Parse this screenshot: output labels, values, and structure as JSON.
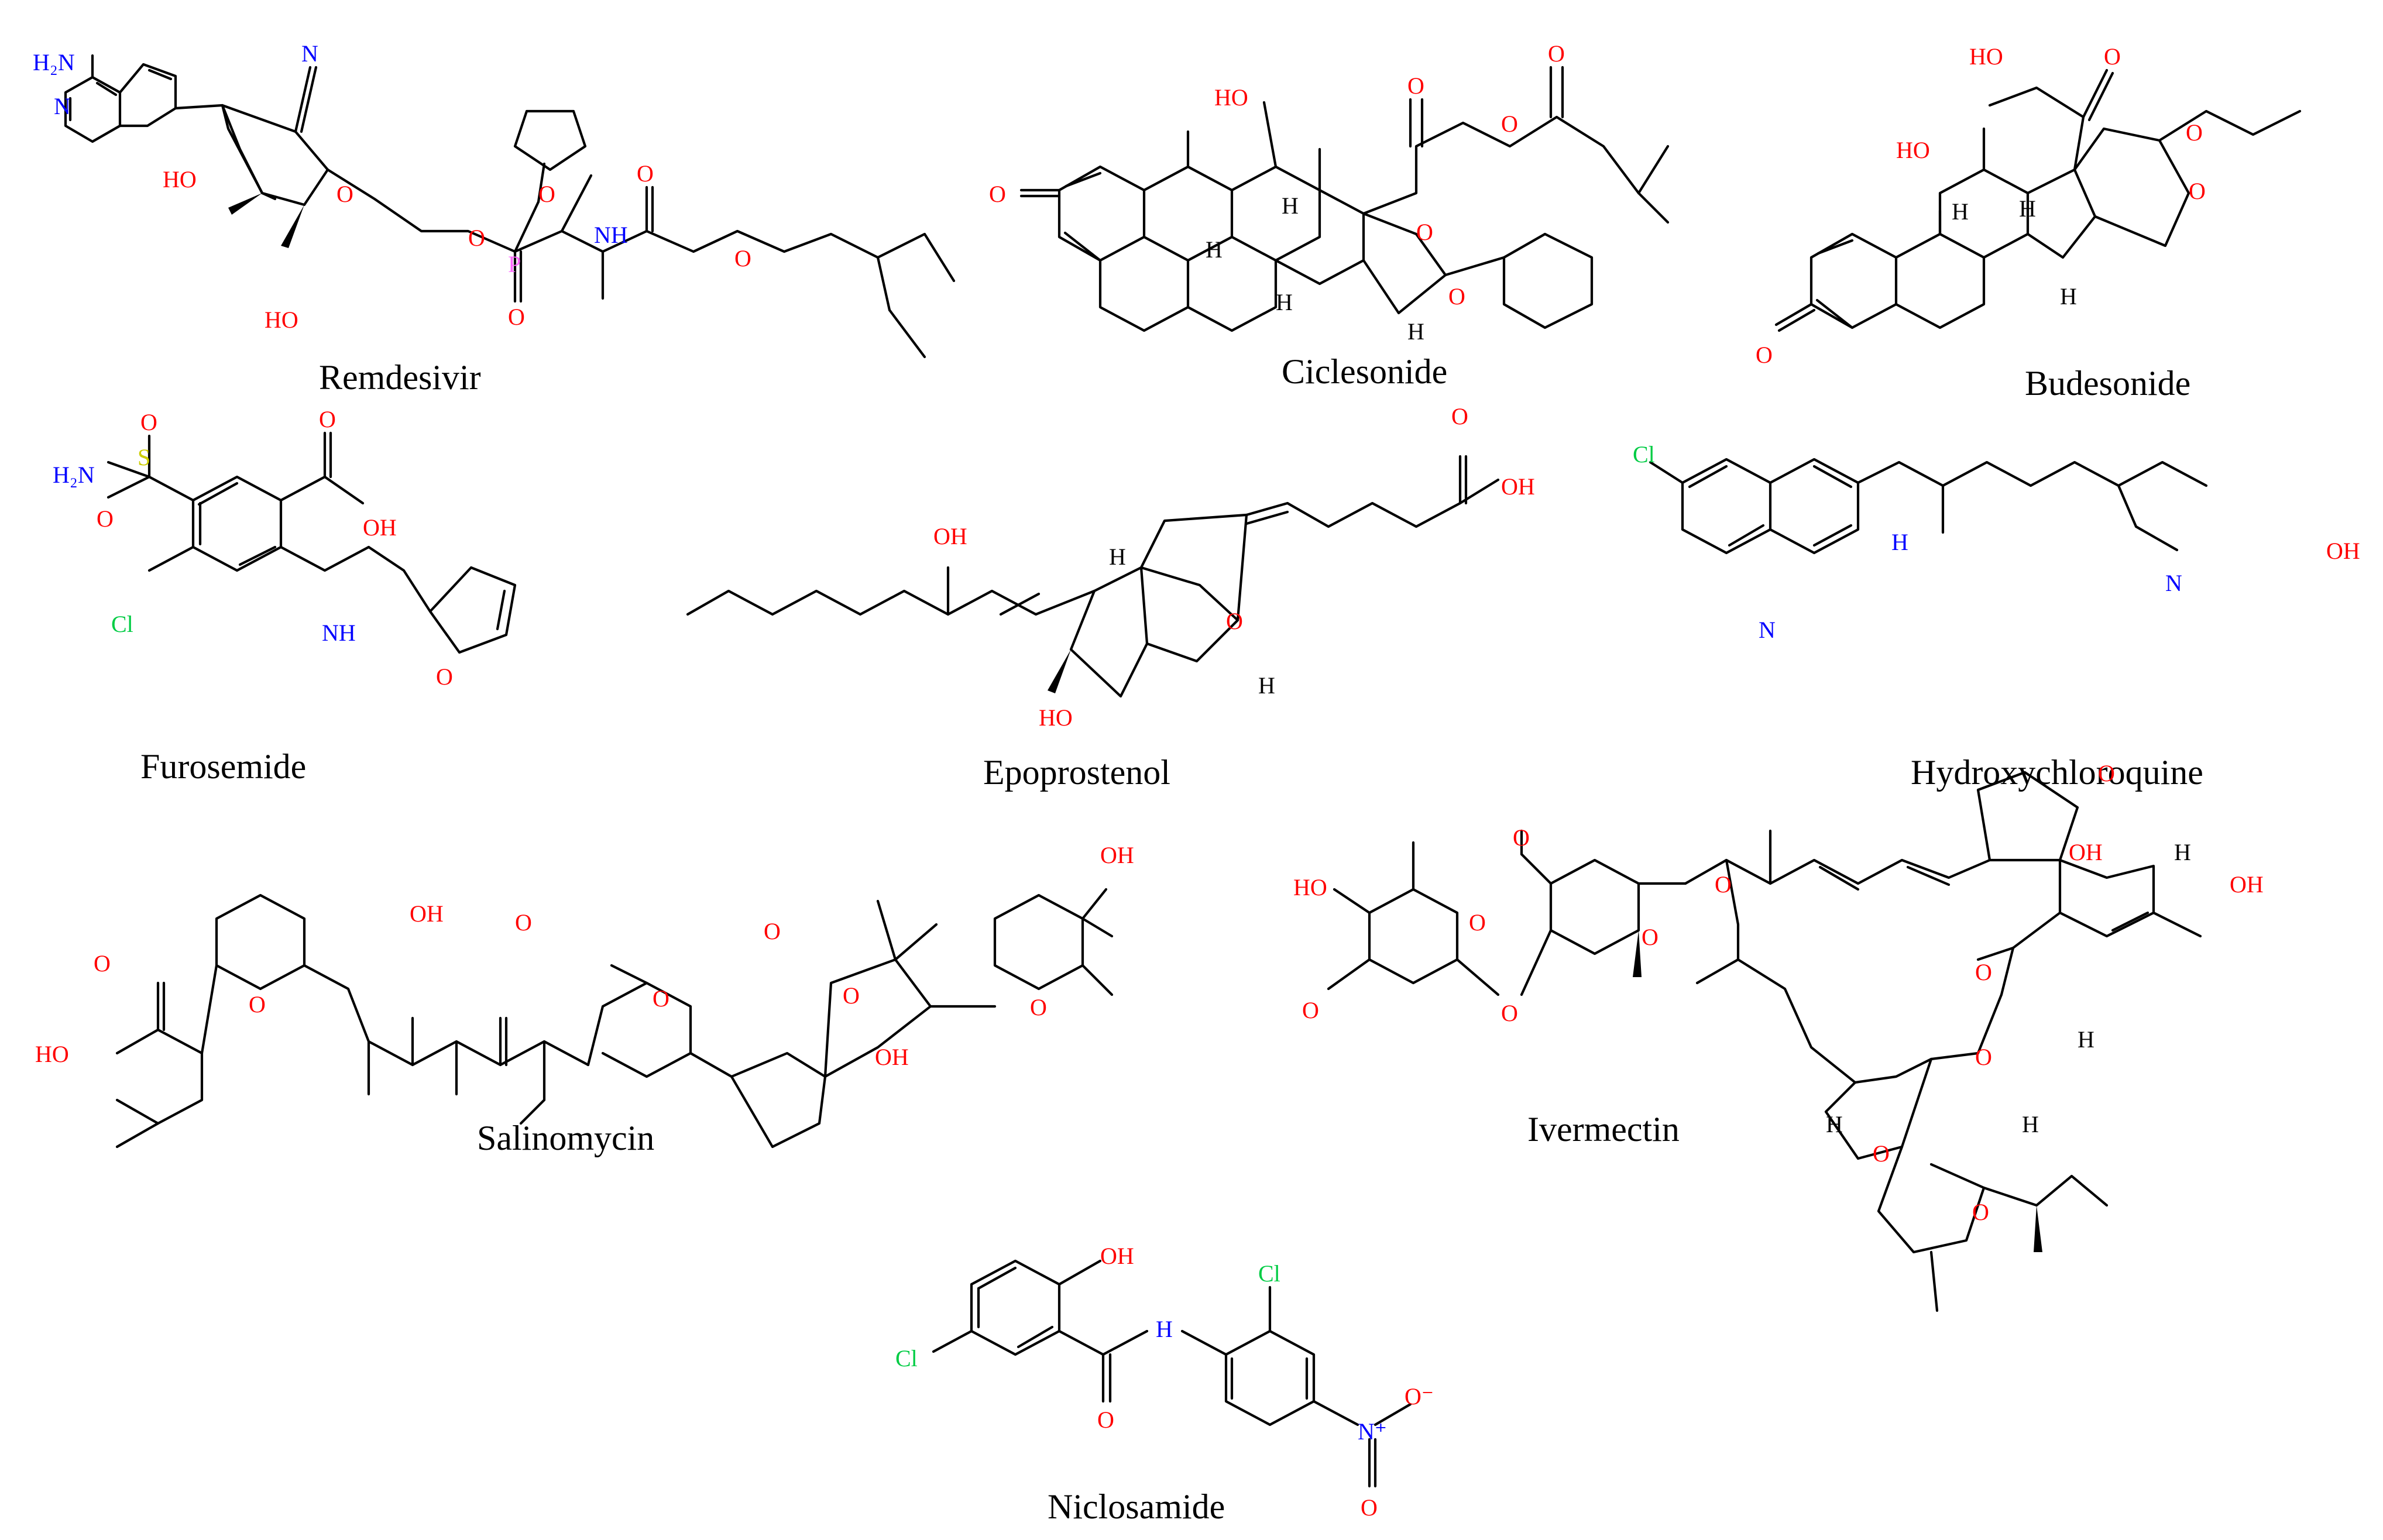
{
  "colors": {
    "bond": "#000000",
    "O": "#ff0000",
    "N": "#0000ff",
    "Cl": "#00cc44",
    "S": "#cccc00",
    "P": "#ff66ff",
    "text": "#000000",
    "background": "#ffffff"
  },
  "molecules": [
    {
      "id": "remdesivir",
      "name": "Remdesivir"
    },
    {
      "id": "ciclesonide",
      "name": "Ciclesonide"
    },
    {
      "id": "budesonide",
      "name": "Budesonide"
    },
    {
      "id": "furosemide",
      "name": "Furosemide"
    },
    {
      "id": "epoprostenol",
      "name": "Epoprostenol"
    },
    {
      "id": "hydroxychloroquine",
      "name": "Hydroxychloroquine"
    },
    {
      "id": "salinomycin",
      "name": "Salinomycin"
    },
    {
      "id": "ivermectin",
      "name": "Ivermectin"
    },
    {
      "id": "niclosamide",
      "name": "Niclosamide"
    }
  ],
  "atom_labels": {
    "NH2": "H₂N",
    "N": "N",
    "H": "H",
    "O": "O",
    "HO": "HO",
    "OH": "OH",
    "P": "P",
    "Cl": "Cl",
    "S": "S",
    "NH": "NH",
    "N+": "N⁺",
    "O-": "O⁻",
    "OHH": "H"
  }
}
